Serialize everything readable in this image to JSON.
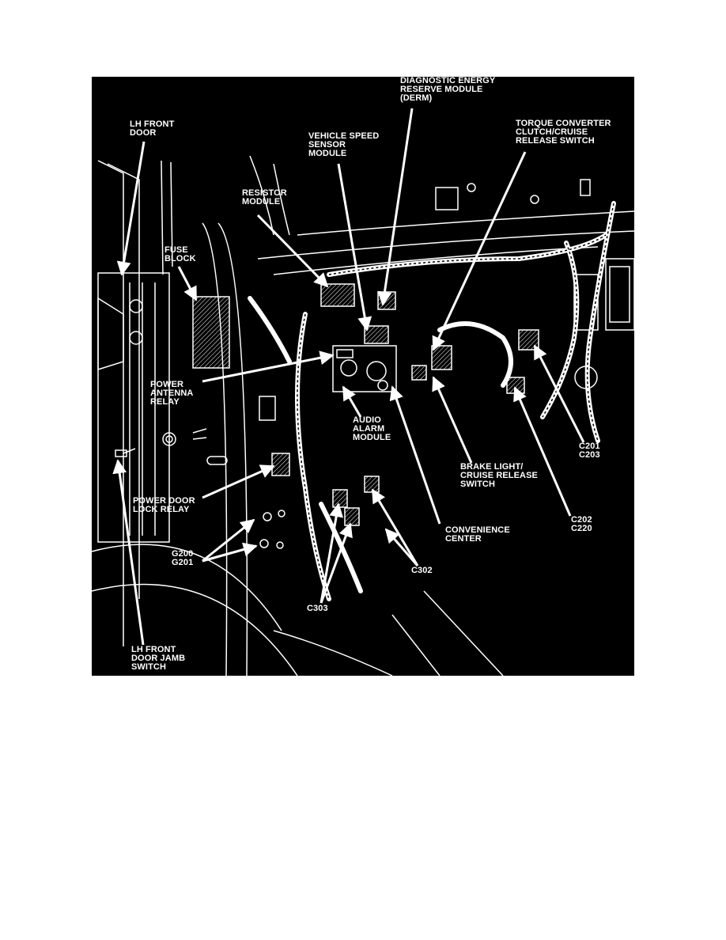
{
  "labels": {
    "derm": "DIAGNOSTIC ENERGY\nRESERVE MODULE\n(DERM)",
    "lh_front_door": "LH FRONT\nDOOR",
    "vss_module": "VEHICLE SPEED\nSENSOR\nMODULE",
    "tcc_switch": "TORQUE CONVERTER\nCLUTCH/CRUISE\nRELEASE SWITCH",
    "resistor_module": "RESISTOR\nMODULE",
    "fuse_block": "FUSE\nBLOCK",
    "power_antenna_relay": "POWER\nANTENNA\nRELAY",
    "audio_alarm_module": "AUDIO\nALARM\nMODULE",
    "c201_c203": "C201\nC203",
    "brake_light_switch": "BRAKE LIGHT/\nCRUISE RELEASE\nSWITCH",
    "power_door_lock_relay": "POWER DOOR\nLOCK RELAY",
    "c202_c220": "C202\nC220",
    "convenience_center": "CONVENIENCE\nCENTER",
    "g200_g201": "G200\nG201",
    "c302": "C302",
    "c303": "C303",
    "lh_door_jamb_switch": "LH FRONT\nDOOR JAMB\nSWITCH"
  },
  "colors": {
    "background": "#000000",
    "linework": "#ffffff",
    "page": "#ffffff"
  }
}
